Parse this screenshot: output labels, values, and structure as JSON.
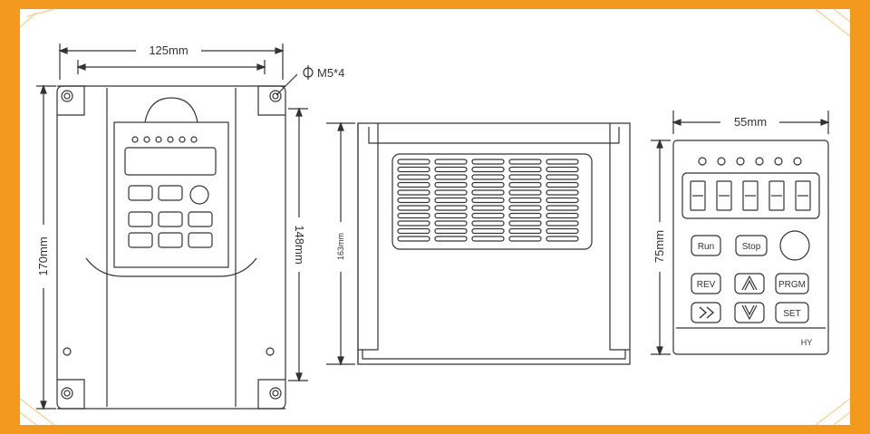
{
  "colors": {
    "border": "#f39a1e",
    "line": "#333333",
    "background": "#ffffff"
  },
  "front_view": {
    "width_label": "125mm",
    "height_label": "170mm",
    "inner_height_label": "148mm",
    "hole_label": "M5*4"
  },
  "side_view": {
    "height_label": "163mm"
  },
  "keypad": {
    "width_label": "55mm",
    "height_label": "75mm",
    "buttons": {
      "run": "Run",
      "stop": "Stop",
      "rev": "REV",
      "prgm": "PRGM",
      "set": "SET"
    },
    "brand": "HY",
    "icons": {
      "up": "up-arrow-icon",
      "down": "down-arrow-icon",
      "shift": "double-chevron-right-icon",
      "knob": "potentiometer-knob-icon"
    }
  }
}
